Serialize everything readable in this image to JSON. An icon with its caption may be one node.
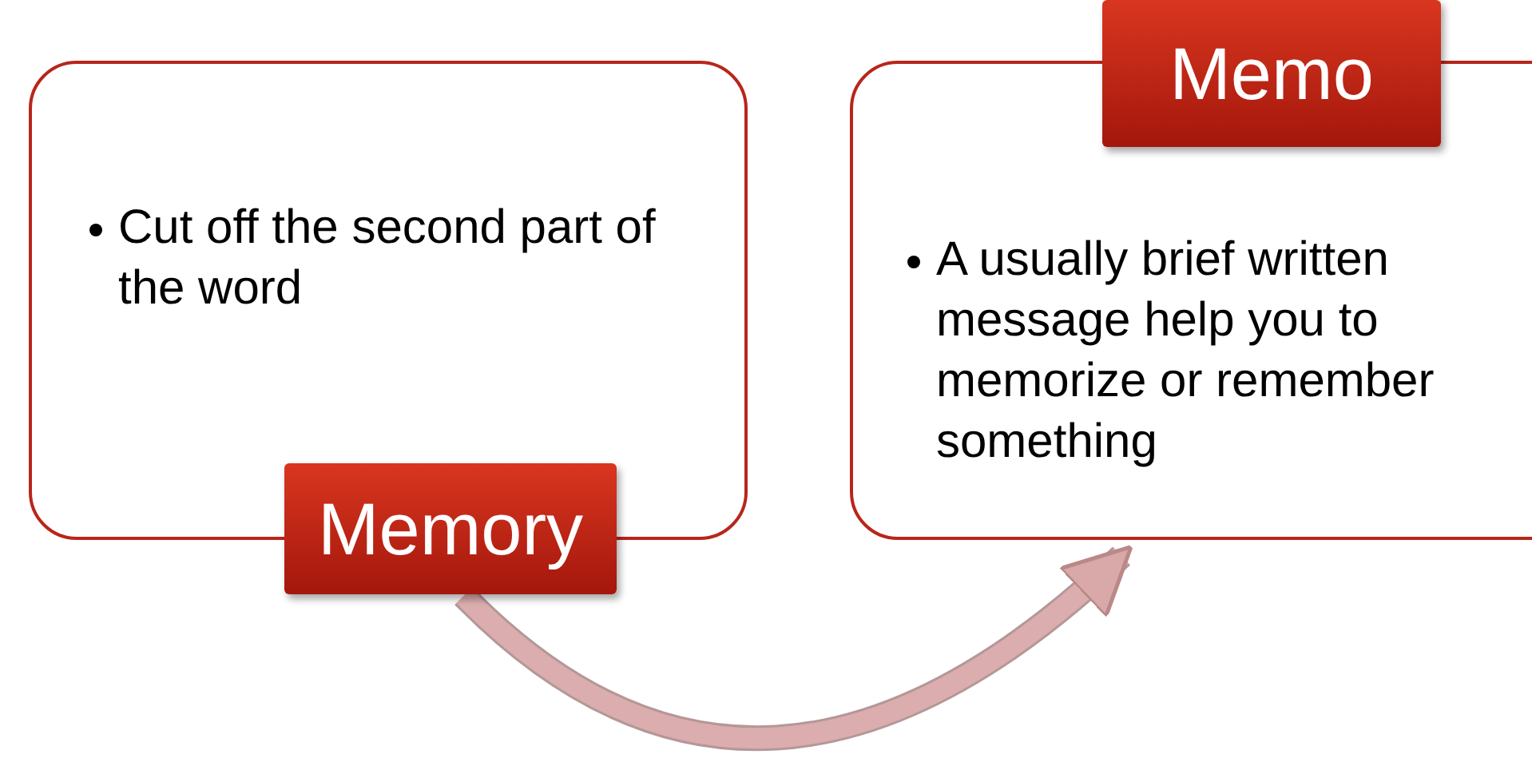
{
  "diagram": {
    "nodes": [
      {
        "text": [
          "Cut off the second part of the word"
        ]
      },
      {
        "text": [
          "Memory"
        ]
      },
      {
        "text": [
          "Memo"
        ]
      },
      {
        "text": [
          "A usually brief written message help you to memorize or remember something"
        ]
      }
    ],
    "edges": [
      {
        "from": 1,
        "to": 3,
        "arrow": "to"
      }
    ]
  }
}
